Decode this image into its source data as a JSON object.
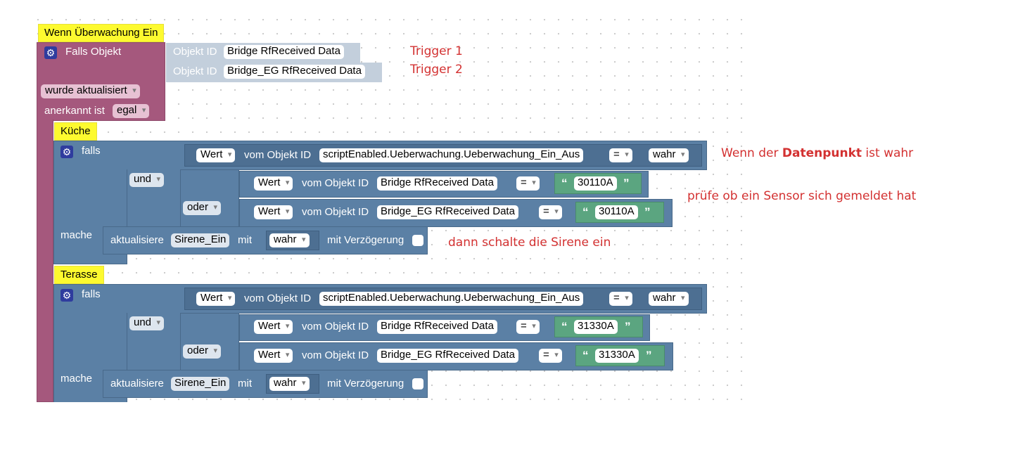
{
  "event_block": {
    "title": "Wenn Überwachung Ein",
    "falls_objekt": "Falls Objekt",
    "objekt_id_label": "Objekt ID",
    "trigger_ids": [
      "Bridge RfReceived  Data",
      "Bridge_EG RfReceived  Data"
    ],
    "wurde_aktualisiert": "wurde aktualisiert",
    "anerkannt_ist": "anerkannt ist",
    "anerkannt_value": "egal"
  },
  "comment_labels": [
    "Küche",
    "Terasse"
  ],
  "if_blocks": [
    {
      "falls": "falls",
      "und": "und",
      "oder": "oder",
      "mache": "mache",
      "cond_main": {
        "wert": "Wert",
        "vom": "vom Objekt ID",
        "id": "scriptEnabled.Ueberwachung.Ueberwachung_Ein_Aus",
        "op": "=",
        "value": "wahr"
      },
      "cond_a": {
        "wert": "Wert",
        "vom": "vom Objekt ID",
        "id": "Bridge RfReceived  Data",
        "op": "=",
        "text": "30110A"
      },
      "cond_b": {
        "wert": "Wert",
        "vom": "vom Objekt ID",
        "id": "Bridge_EG RfReceived  Data",
        "op": "=",
        "text": "30110A"
      },
      "action": {
        "aktualisiere": "aktualisiere",
        "target": "Sirene_Ein",
        "mit": "mit",
        "value": "wahr",
        "verz": "mit Verzögerung"
      }
    },
    {
      "falls": "falls",
      "und": "und",
      "oder": "oder",
      "mache": "mache",
      "cond_main": {
        "wert": "Wert",
        "vom": "vom Objekt ID",
        "id": "scriptEnabled.Ueberwachung.Ueberwachung_Ein_Aus",
        "op": "=",
        "value": "wahr"
      },
      "cond_a": {
        "wert": "Wert",
        "vom": "vom Objekt ID",
        "id": "Bridge RfReceived  Data",
        "op": "=",
        "text": "31330A"
      },
      "cond_b": {
        "wert": "Wert",
        "vom": "vom Objekt ID",
        "id": "Bridge_EG RfReceived  Data",
        "op": "=",
        "text": "31330A"
      },
      "action": {
        "aktualisiere": "aktualisiere",
        "target": "Sirene_Ein",
        "mit": "mit",
        "value": "wahr",
        "verz": "mit Verzögerung"
      }
    }
  ],
  "annotations": {
    "trigger1": "Trigger 1",
    "trigger2": "Trigger 2",
    "note1_pre": "Wenn der ",
    "note1_bold": "Datenpunkt",
    "note1_post": " ist wahr",
    "note2": "prüfe ob ein Sensor sich gemeldet hat",
    "note3": "dann schalte die Sirene ein"
  },
  "colors": {
    "event_block": "#a5587d",
    "logic_block": "#5b80a5",
    "text_block": "#5ba580",
    "comment": "#fdfa2f",
    "annotation": "#d33131"
  }
}
